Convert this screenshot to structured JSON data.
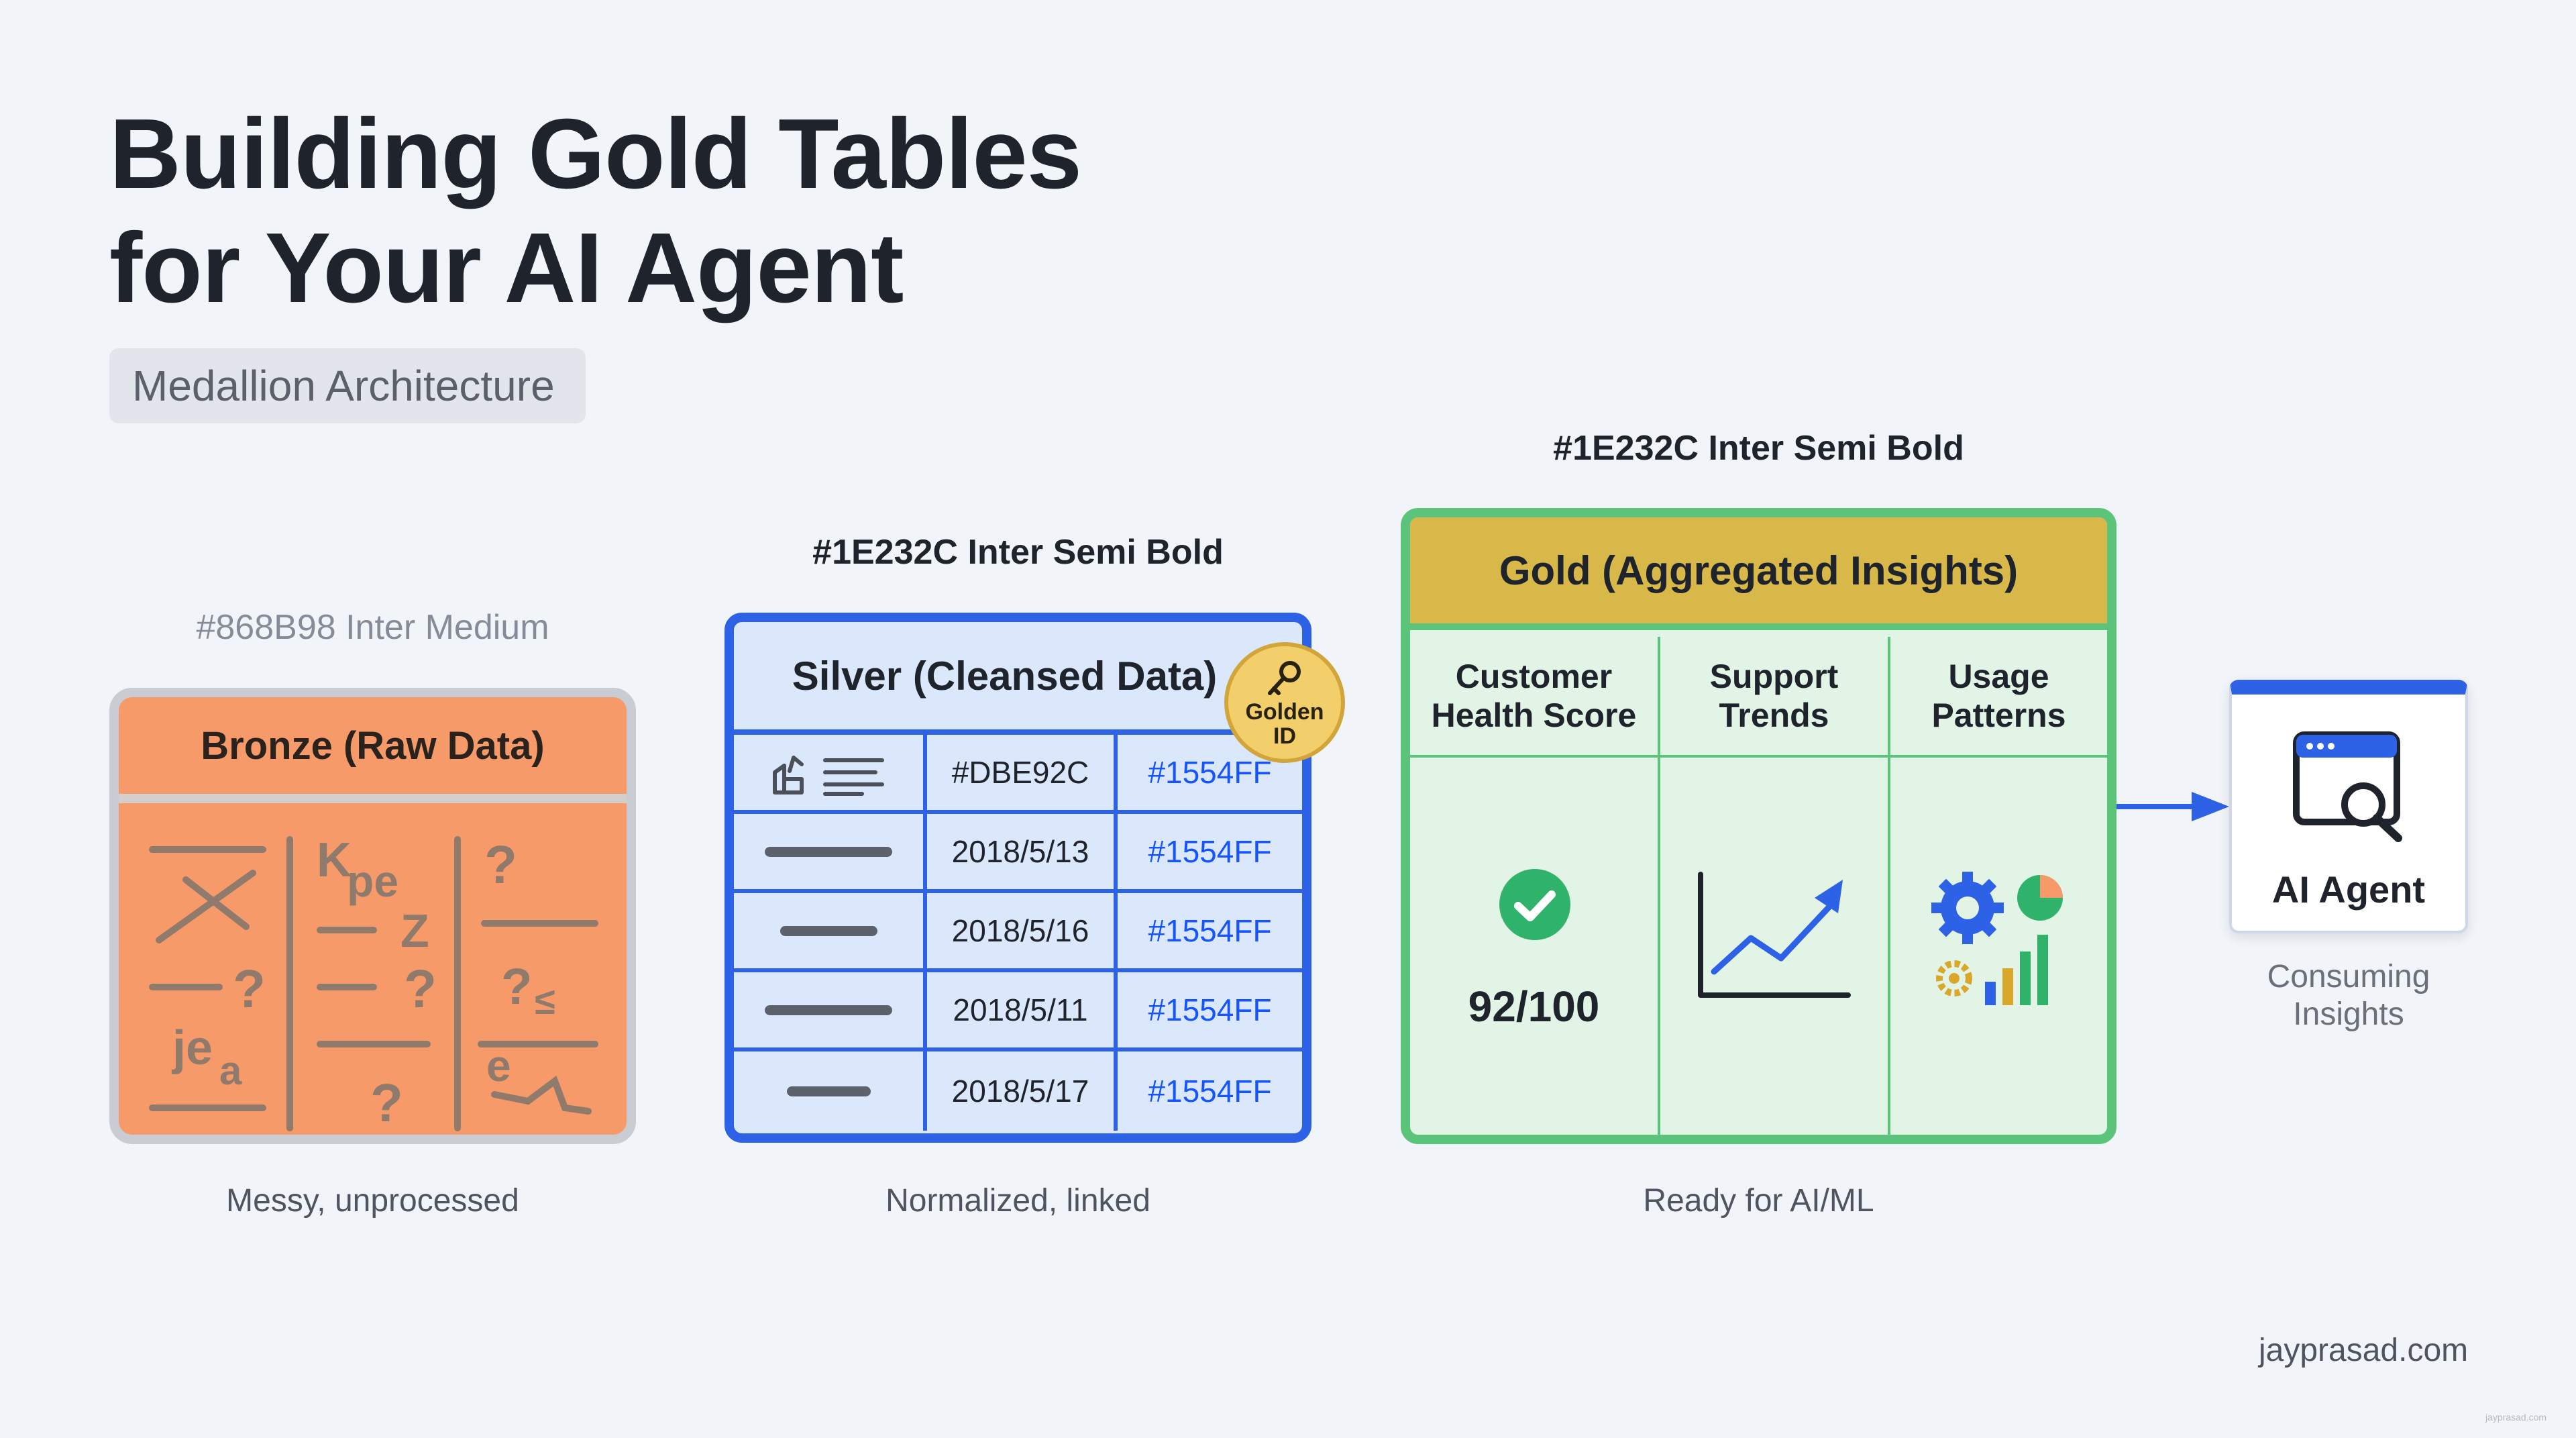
{
  "title_line1": "Building Gold Tables",
  "title_line2": "for Your AI Agent",
  "subtitle": "Medallion Architecture",
  "bronze": {
    "annotation": "#868B98 Inter Medium",
    "header": "Bronze (Raw Data)",
    "caption": "Messy, unprocessed",
    "color": "#F79A69"
  },
  "silver": {
    "annotation": "#1E232C Inter Semi Bold",
    "header": "Silver (Cleansed Data)",
    "badge": "Golden ID",
    "caption": "Normalized, linked",
    "header_row": {
      "c2": "#DBE92C",
      "c3": "#1554FF"
    },
    "rows": [
      {
        "date": "2018/5/13",
        "id": "#1554FF"
      },
      {
        "date": "2018/5/16",
        "id": "#1554FF"
      },
      {
        "date": "2018/5/11",
        "id": "#1554FF"
      },
      {
        "date": "2018/5/17",
        "id": "#1554FF"
      }
    ],
    "color": "#2E62E6"
  },
  "gold": {
    "annotation": "#1E232C Inter Semi Bold",
    "header": "Gold (Aggregated Insights)",
    "caption": "Ready for AI/ML",
    "columns": [
      {
        "line1": "Customer",
        "line2": "Health Score"
      },
      {
        "line1": "Support",
        "line2": "Trends"
      },
      {
        "line1": "Usage",
        "line2": "Patterns"
      }
    ],
    "score": "92/100",
    "color": "#5CC47A"
  },
  "agent": {
    "label": "AI Agent",
    "caption_line1": "Consuming",
    "caption_line2": "Insights"
  },
  "footer": "jayprasad.com",
  "watermark": "jayprasad.com"
}
